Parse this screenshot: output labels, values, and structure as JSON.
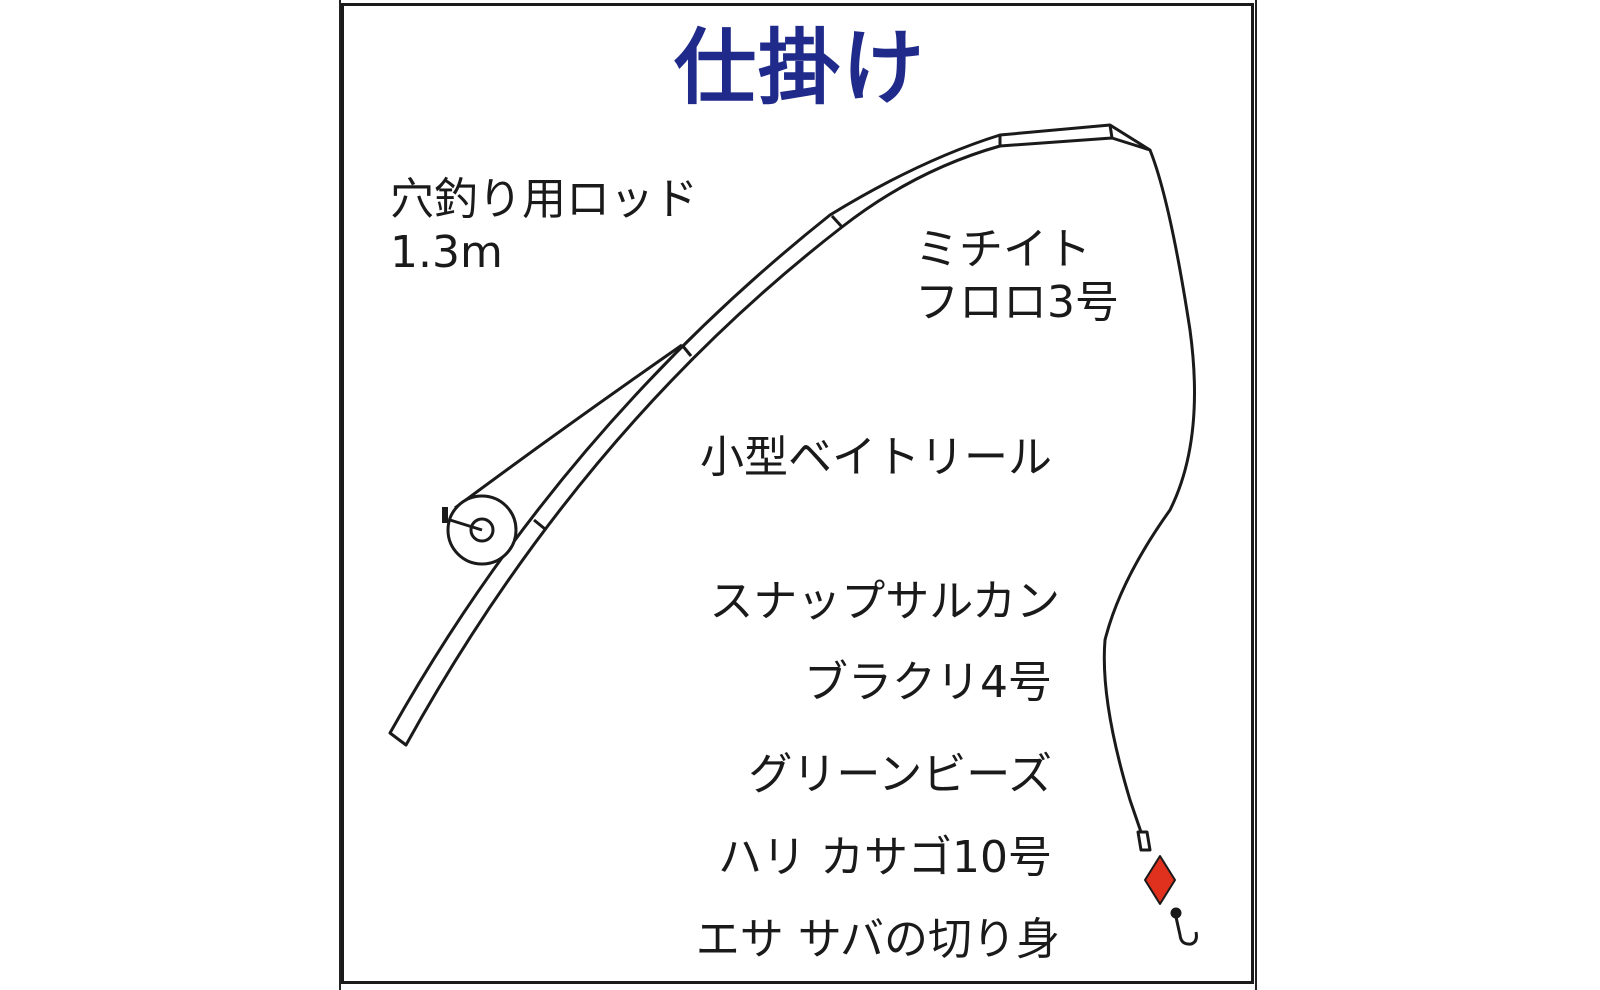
{
  "title": "仕掛け",
  "colors": {
    "title": "#1f2a8a",
    "line": "#1a1a1a",
    "sinker": "#e0301e"
  },
  "rod_label": {
    "line1": "穴釣り用ロッド",
    "line2": "1.3m"
  },
  "line_label": {
    "line1": "ミチイト",
    "line2": "フロロ3号"
  },
  "reel_label": "小型ベイトリール",
  "items": [
    "スナップサルカン",
    "ブラクリ4号",
    "グリーンビーズ",
    "ハリ カサゴ10号",
    "エサ サバの切り身"
  ]
}
